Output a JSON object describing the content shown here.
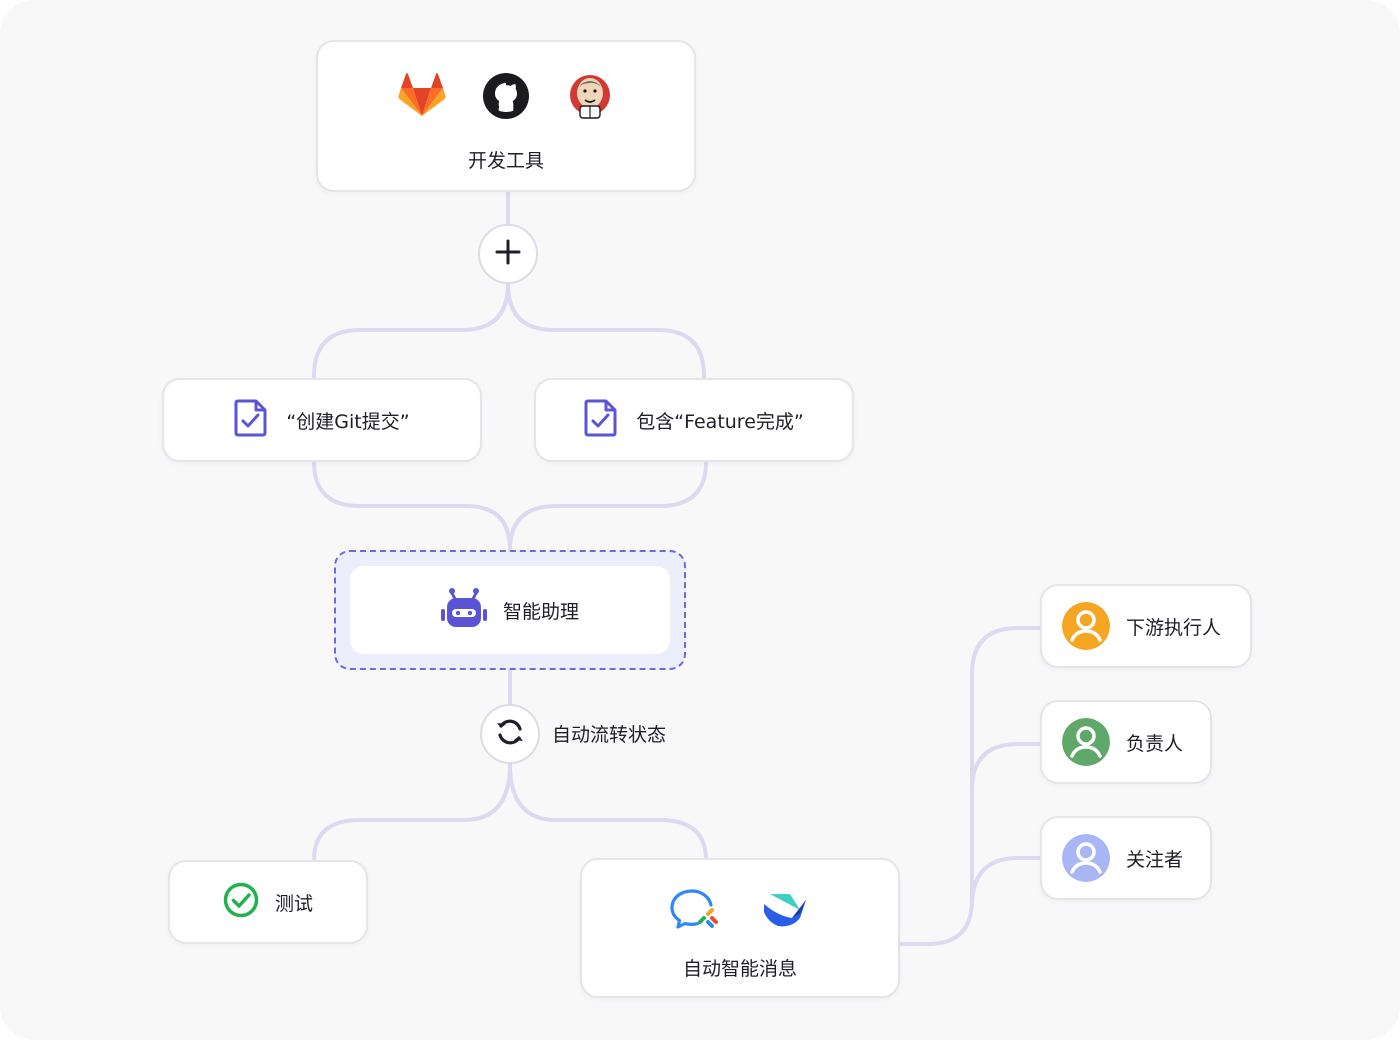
{
  "dev_tools": {
    "label": "开发工具",
    "icons": [
      "gitlab-icon",
      "github-icon",
      "jenkins-icon"
    ]
  },
  "conditions": [
    {
      "label": "“创建Git提交”",
      "icon": "document-check-icon"
    },
    {
      "label": "包含“Feature完成”",
      "icon": "document-check-icon"
    }
  ],
  "assistant": {
    "label": "智能助理",
    "icon": "robot-icon"
  },
  "auto_status": {
    "label": "自动流转状态",
    "icon": "refresh-icon"
  },
  "outputs": [
    {
      "label": "测试",
      "icon": "check-circle-icon"
    },
    {
      "label": "自动智能消息",
      "icons": [
        "wecom-icon",
        "feishu-icon"
      ]
    }
  ],
  "recipients": [
    {
      "label": "下游执行人",
      "color": "#f5a623"
    },
    {
      "label": "负责人",
      "color": "#5fa86a"
    },
    {
      "label": "关注者",
      "color": "#a9b6f5"
    }
  ],
  "colors": {
    "line": "#dcdaf0",
    "accent": "#5b55d6",
    "card_border": "#e4e4ea"
  }
}
